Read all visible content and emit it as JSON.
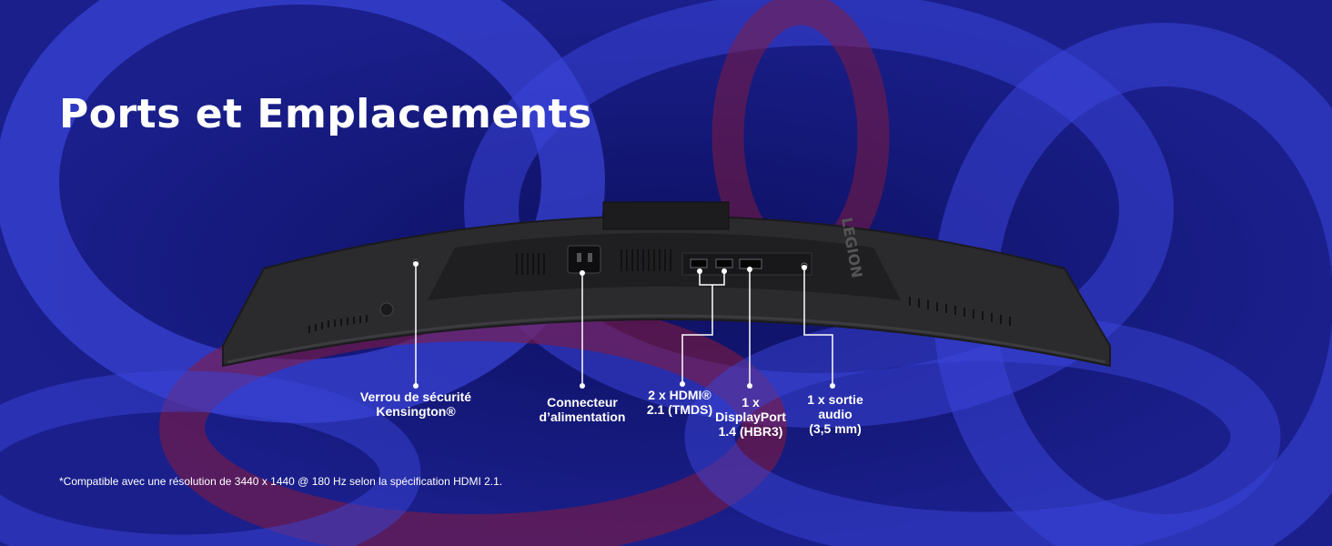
{
  "title": "Ports et Emplacements",
  "product": {
    "brand_mark": "LEGION"
  },
  "ports": [
    {
      "id": "kensington",
      "label": "Verrou de sécurité\nKensington®"
    },
    {
      "id": "power",
      "label": "Connecteur\nd’alimentation"
    },
    {
      "id": "hdmi",
      "label": "2 x HDMI®\n2.1 (TMDS)"
    },
    {
      "id": "displayport",
      "label": "1 x\nDisplayPort\n1.4 (HBR3)"
    },
    {
      "id": "audio",
      "label": "1 x sortie\naudio\n(3,5 mm)"
    }
  ],
  "footnote": "*Compatible avec une résolution de 3440 x 1440 @ 180 Hz selon la spécification HDMI 2.1.",
  "colors": {
    "background": "#1a1f8c",
    "swirl_blue": "#3a44d8",
    "swirl_red": "#8a1a3a",
    "text": "#ffffff",
    "monitor": "#2a2a2c"
  }
}
